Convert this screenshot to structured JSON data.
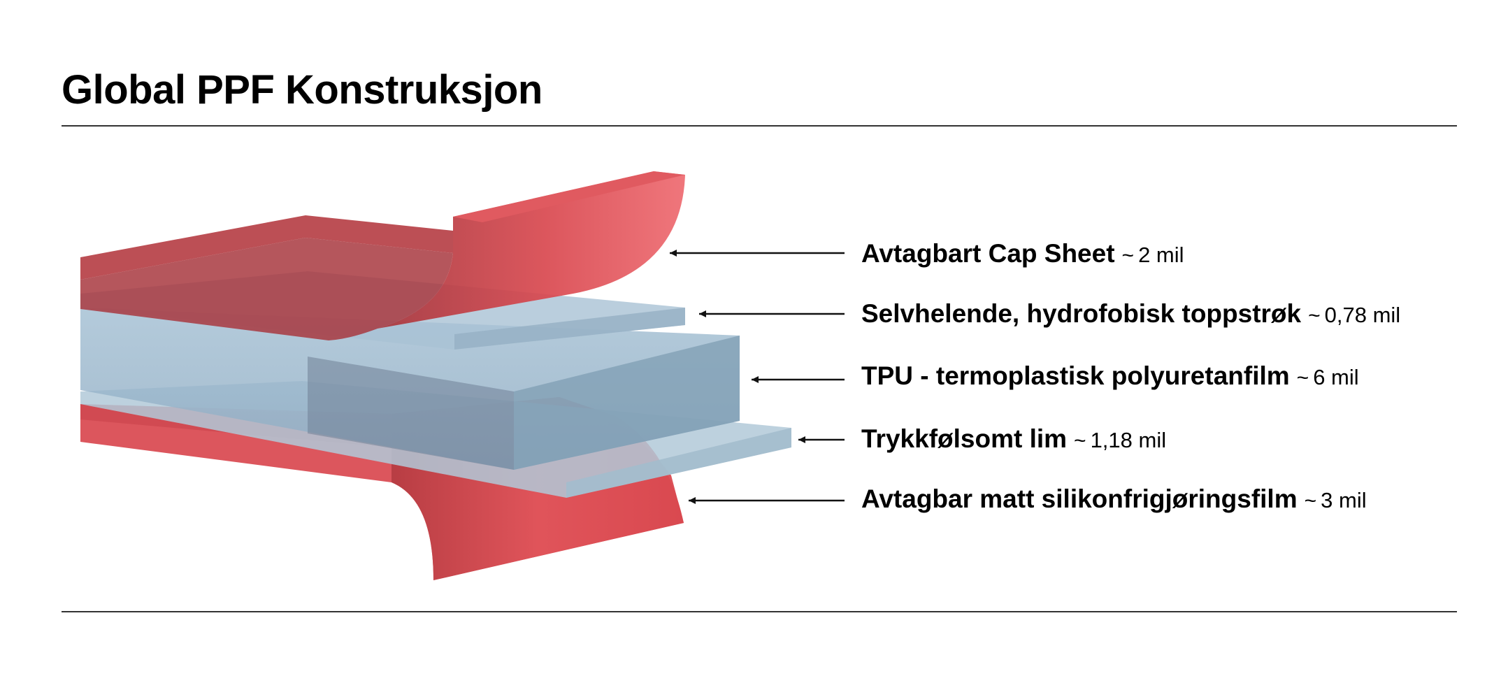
{
  "title": "Global PPF Konstruksjon",
  "colors": {
    "cap_sheet": "#d9484f",
    "tpu": "#9ab7cc",
    "topcoat": "#a9c2d4",
    "adhesive": "#b2c9d8",
    "release_film": "#d9484f",
    "text": "#000000",
    "rule": "#333333"
  },
  "layers": [
    {
      "name": "Avtagbart Cap Sheet",
      "tilde": "~",
      "thickness": "2 mil"
    },
    {
      "name": "Selvhelende, hydrofobisk toppstrøk",
      "tilde": "~",
      "thickness": "0,78 mil"
    },
    {
      "name": "TPU - termoplastisk polyuretanfilm",
      "tilde": "~",
      "thickness": "6 mil"
    },
    {
      "name": "Trykkfølsomt lim",
      "tilde": "~",
      "thickness": "1,18 mil"
    },
    {
      "name": "Avtagbar matt silikonfrigjøringsfilm",
      "tilde": "~",
      "thickness": "3 mil"
    }
  ]
}
